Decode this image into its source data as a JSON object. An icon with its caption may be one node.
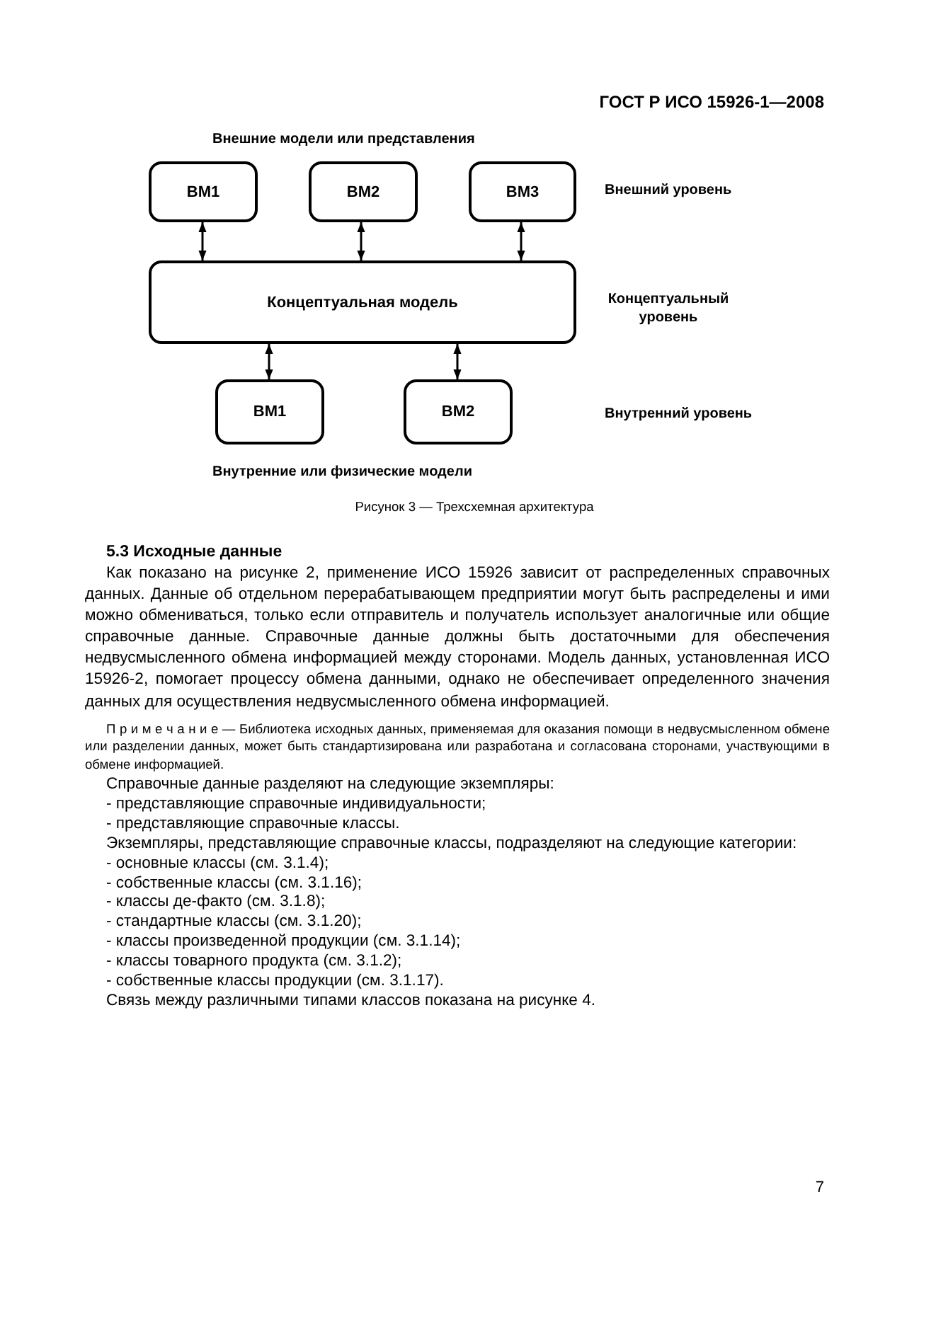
{
  "diagram": {
    "caption": "Рисунок 3 — Трехсхемная архитектура",
    "nodes": [
      {
        "text": [
          "ВМ1"
        ]
      },
      {
        "text": [
          "ВМ2"
        ]
      },
      {
        "text": [
          "ВМ3"
        ]
      },
      {
        "text": [
          "Концептуальная модель"
        ]
      },
      {
        "text": [
          "ВМ1"
        ]
      },
      {
        "text": [
          "ВМ2"
        ]
      }
    ],
    "edges": [
      {
        "from": 0,
        "to": 3,
        "arrow": "both"
      },
      {
        "from": 1,
        "to": 3,
        "arrow": "both"
      },
      {
        "from": 2,
        "to": 3,
        "arrow": "both"
      },
      {
        "from": 3,
        "to": 4,
        "arrow": "both"
      },
      {
        "from": 3,
        "to": 5,
        "arrow": "both"
      }
    ],
    "labels": [
      "ГОСТ Р ИСО 15926-1—2008",
      "Внешние модели или представления",
      "Внешний уровень",
      "Концептуальный уровень",
      "Внутренний уровень",
      "Внутренние или физические модели",
      "5.3  Исходные данные",
      "Как показано на рисунке 2, применение ИСО 15926 зависит от распределенных справочных данных. Данные об отдельном перерабатывающем предприятии могут быть распределены и ими можно обмениваться, только если отправитель и получатель использует аналогичные или общие справочные данные. Справочные данные должны быть достаточными для обеспечения недвусмысленного обмена информацией между сторонами. Модель данных, установленная ИСО 15926-2, помогает процессу обмена данными, однако не обеспечивает определенного значения данных для осуществления недвусмысленного обмена информацией.",
      "П р и м е ч а н и е — Библиотека исходных данных, применяемая для оказания помощи в недвусмысленном обмене или разделении данных, может быть стандартизирована или разработана и согласована сторонами, участвующими в обмене информацией.",
      "Справочные данные разделяют на следующие экземпляры:",
      "- представляющие справочные индивидуальности;",
      "- представляющие справочные классы.",
      "Экземпляры, представляющие справочные классы, подразделяют на следующие категории:",
      "- основные классы (см. 3.1.4);",
      "- собственные классы (см. 3.1.16);",
      "- классы де-факто (см. 3.1.8);",
      "- стандартные классы (см. 3.1.20);",
      "- классы произведенной продукции (см. 3.1.14);",
      "- классы товарного продукта (см. 3.1.2);",
      "- собственные классы продукции (см. 3.1.17).",
      "Связь между различными типами классов показана на рисунке 4.",
      "7"
    ]
  }
}
